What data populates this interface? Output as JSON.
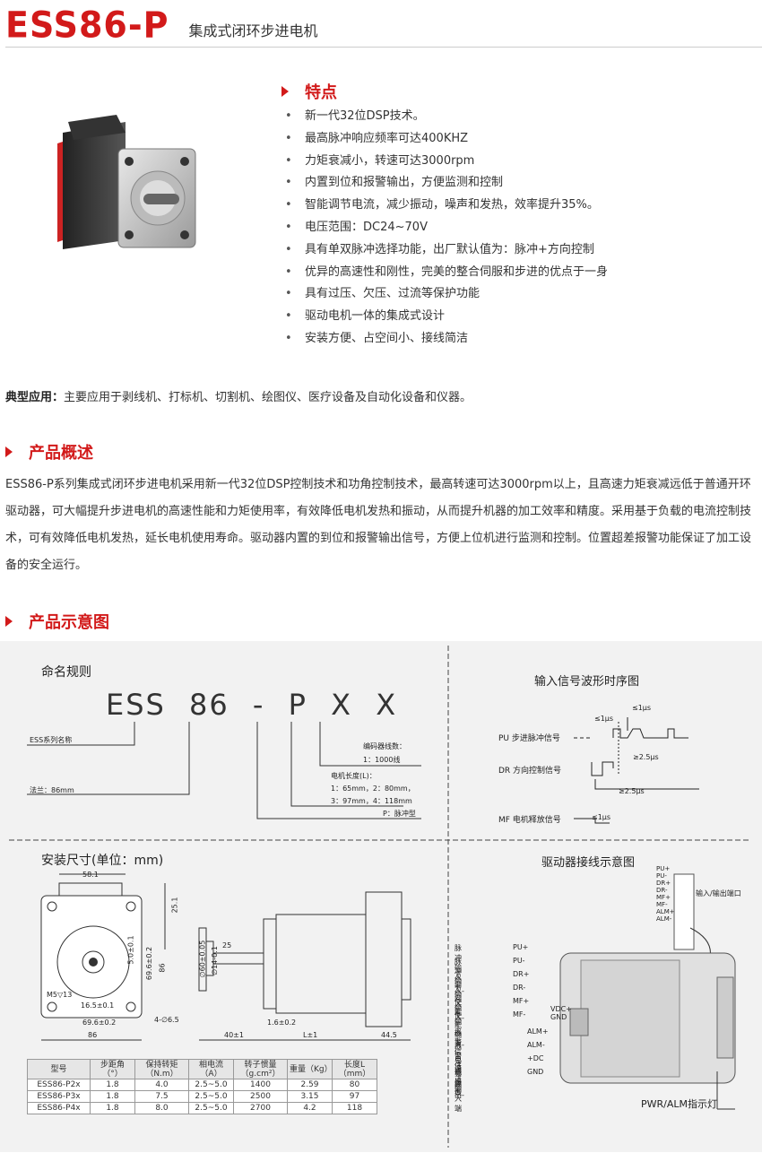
{
  "header": {
    "logo": "ESS86-P",
    "subtitle": "集成式闭环步进电机"
  },
  "features": {
    "title": "特点",
    "items": [
      "新一代32位DSP技术。",
      "最高脉冲响应频率可达400KHZ",
      "力矩衰减小，转速可达3000rpm",
      "内置到位和报警输出，方便监测和控制",
      "智能调节电流，减少振动，噪声和发热，效率提升35%。",
      "电压范围：DC24~70V",
      "具有单双脉冲选择功能，出厂默认值为：脉冲+方向控制",
      "优异的高速性和刚性，完美的整合伺服和步进的优点于一身",
      "具有过压、欠压、过流等保护功能",
      "驱动电机一体的集成式设计",
      "安装方便、占空间小、接线简洁"
    ]
  },
  "apps": {
    "label": "典型应用：",
    "text": "主要应用于剥线机、打标机、切割机、绘图仪、医疗设备及自动化设备和仪器。"
  },
  "overview": {
    "title": "产品概述",
    "text": "ESS86-P系列集成式闭环步进电机采用新一代32位DSP控制技术和功角控制技术，最高转速可达3000rpm以上，且高速力矩衰减远低于普通开环驱动器，可大幅提升步进电机的高速性能和力矩使用率，有效降低电机发热和振动，从而提升机器的加工效率和精度。采用基于负载的电流控制技术，可有效降低电机发热，延长电机使用寿命。驱动器内置的到位和报警输出信号，方便上位机进行监测和控制。位置超差报警功能保证了加工设备的安全运行。"
  },
  "schematic": {
    "title": "产品示意图",
    "naming": {
      "title": "命名规则",
      "code": [
        "ESS",
        "86",
        "-",
        "P",
        "X",
        "X"
      ],
      "notes": {
        "series": "ESS系列名称",
        "flange": "法兰：86mm",
        "encoder_title": "编码器线数：",
        "encoder": "1：1000线",
        "length_title": "电机长度(L)：",
        "length1": "1：65mm，2：80mm，",
        "length2": "3：97mm，4：118mm",
        "p": "P：脉冲型"
      }
    },
    "timing": {
      "title": "输入信号波形时序图",
      "pu": "PU 步进脉冲信号",
      "dr": "DR 方向控制信号",
      "mf": "MF 电机释放信号",
      "t1": "≤1μs",
      "t2": "≤1μs",
      "t3": "≥2.5μs",
      "t4": "≥2.5μs",
      "t5": "≤1μs"
    },
    "install": {
      "title": "安装尺寸(单位：mm)",
      "d1": "58.1",
      "d2": "25.1",
      "d3": "69.6±0.2",
      "d4": "86",
      "d5": "4-∅6.5",
      "d6": "M5▽13",
      "d7": "16.5±0.1",
      "d8": "5.0±0.1",
      "d9": "25",
      "d10": "40±1",
      "d11": "1.6±0.2",
      "d12": "L±1",
      "d13": "44.5",
      "d14": "∅14-0.1",
      "d15": "∅60±0.05",
      "d16": "69.6±0.2",
      "d17": "86"
    },
    "wiring": {
      "title": "驱动器接线示意图",
      "port": "输入/输出端口",
      "pins": [
        "PU+",
        "PU-",
        "DR+",
        "DR-",
        "MF+",
        "MF-",
        "ALM+",
        "ALM-"
      ],
      "left": [
        "脉冲输入+",
        "脉冲输入-",
        "方向输入+",
        "方向输入-",
        "使能输入+",
        "使能输入-",
        "报警信号输出+",
        "报警信号输出-",
        "电源正输入端",
        "电源线"
      ],
      "right": [
        "PU+",
        "PU-",
        "DR+",
        "DR-",
        "MF+",
        "MF-",
        "ALM+",
        "ALM-",
        "+DC",
        "GND"
      ],
      "vdc": "VDC+",
      "gnd": "GND",
      "led": "PWR/ALM指示灯"
    },
    "table": {
      "headers": [
        "型号",
        "步距角（°）",
        "保持转矩（N.m）",
        "相电流（A）",
        "转子惯量（g.cm²）",
        "重量（Kg）",
        "长度L（mm）"
      ],
      "rows": [
        [
          "ESS86-P2x",
          "1.8",
          "4.0",
          "2.5~5.0",
          "1400",
          "2.59",
          "80"
        ],
        [
          "ESS86-P3x",
          "1.8",
          "7.5",
          "2.5~5.0",
          "2500",
          "3.15",
          "97"
        ],
        [
          "ESS86-P4x",
          "1.8",
          "8.0",
          "2.5~5.0",
          "2700",
          "4.2",
          "118"
        ]
      ]
    }
  },
  "colors": {
    "accent": "#d21a1a"
  }
}
